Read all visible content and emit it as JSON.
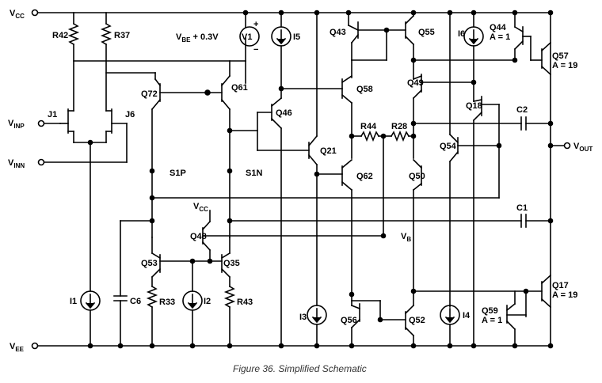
{
  "caption": "Figure 36. Simplified Schematic",
  "rails": {
    "vcc": {
      "main": "V",
      "sub": "CC"
    },
    "vee": {
      "main": "V",
      "sub": "EE"
    }
  },
  "inputs": {
    "inp": {
      "main": "V",
      "sub": "INP"
    },
    "inn": {
      "main": "V",
      "sub": "INN"
    }
  },
  "output": {
    "main": "V",
    "sub": "OUT"
  },
  "vb": {
    "main": "V",
    "sub": "B"
  },
  "vcc_local": {
    "main": "V",
    "sub": "CC"
  },
  "v1_label": {
    "pre": "V",
    "sub": "BE",
    "post": " + 0.3V"
  },
  "v1_name": "V1",
  "plus": "+",
  "minus": "−",
  "resistors": {
    "r42": "R42",
    "r37": "R37",
    "r44": "R44",
    "r28": "R28",
    "r33": "R33",
    "r43": "R43"
  },
  "jfets": {
    "j1": "J1",
    "j6": "J6"
  },
  "transistors": {
    "q72": "Q72",
    "q61": "Q61",
    "q46": "Q46",
    "q21": "Q21",
    "q58": "Q58",
    "q62": "Q62",
    "q43": "Q43",
    "q55": "Q55",
    "q49": "Q49",
    "q50": "Q50",
    "q18": "Q18",
    "q54": "Q54",
    "q44": "Q44",
    "q44_a": "A = 1",
    "q57": "Q57",
    "q57_a": "A = 19",
    "q48": "Q48",
    "q53": "Q53",
    "q35": "Q35",
    "q56": "Q56",
    "q52": "Q52",
    "q59": "Q59",
    "q59_a": "A = 1",
    "q17": "Q17",
    "q17_a": "A = 19"
  },
  "sources": {
    "i1": "I1",
    "i2": "I2",
    "i3": "I3",
    "i4": "I4",
    "i5": "I5",
    "i6": "I6"
  },
  "caps": {
    "c1": "C1",
    "c2": "C2",
    "c6": "C6"
  },
  "nodes": {
    "s1p": "S1P",
    "s1n": "S1N"
  }
}
